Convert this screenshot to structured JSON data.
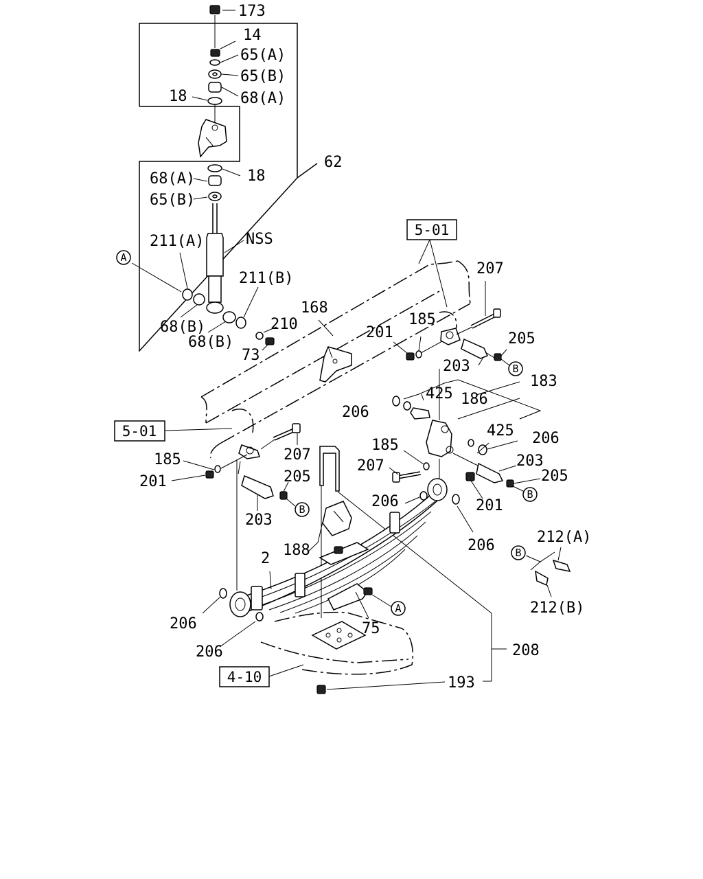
{
  "labels": {
    "173": "173",
    "14": "14",
    "65a_top": "65(A)",
    "65b_top": "65(B)",
    "68a_top": "68(A)",
    "18_top": "18",
    "62": "62",
    "18_mid": "18",
    "68a_mid": "68(A)",
    "65b_mid": "65(B)",
    "nss": "NSS",
    "211a": "211(A)",
    "211b": "211(B)",
    "68b_1": "68(B)",
    "68b_2": "68(B)",
    "210": "210",
    "73": "73",
    "168": "168",
    "207_top": "207",
    "185_top": "185",
    "201_top": "201",
    "205_top": "205",
    "203_top": "203",
    "183": "183",
    "425_1": "425",
    "186": "186",
    "206_1": "206",
    "425_2": "425",
    "206_2": "206",
    "203_right": "203",
    "205_right": "205",
    "185_left": "185",
    "201_left": "201",
    "207_left": "207",
    "205_left": "205",
    "203_left": "203",
    "185_mid": "185",
    "207_mid": "207",
    "206_mid": "206",
    "201_mid": "201",
    "206_right": "206",
    "212a": "212(A)",
    "212b": "212(B)",
    "188": "188",
    "2": "2",
    "206_low1": "206",
    "206_low2": "206",
    "75": "75",
    "208": "208",
    "193": "193"
  },
  "refs": {
    "ref_501_top": "5-01",
    "ref_501_left": "5-01",
    "ref_410": "4-10"
  },
  "markers": {
    "a": "A",
    "b": "B"
  }
}
